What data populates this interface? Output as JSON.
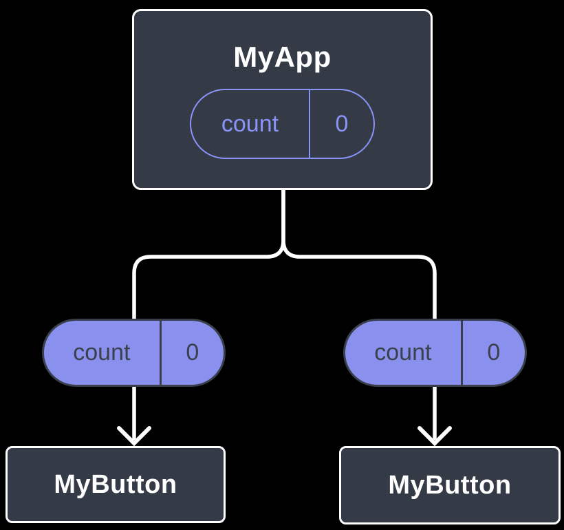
{
  "diagram": {
    "description": "React component tree sharing state",
    "background_color": "#000000",
    "root": {
      "title": "MyApp",
      "state": {
        "name": "count",
        "value": "0"
      }
    },
    "children": [
      {
        "title": "MyButton",
        "prop": {
          "name": "count",
          "value": "0"
        }
      },
      {
        "title": "MyButton",
        "prop": {
          "name": "count",
          "value": "0"
        }
      }
    ],
    "colors": {
      "node_fill": "#343a46",
      "node_border": "#ffffff",
      "state_accent": "#8a93f8",
      "prop_pill_fill": "#8a90ee",
      "prop_pill_stroke": "#39404c",
      "prop_pill_text": "#3a404c",
      "connector": "#ffffff"
    }
  }
}
